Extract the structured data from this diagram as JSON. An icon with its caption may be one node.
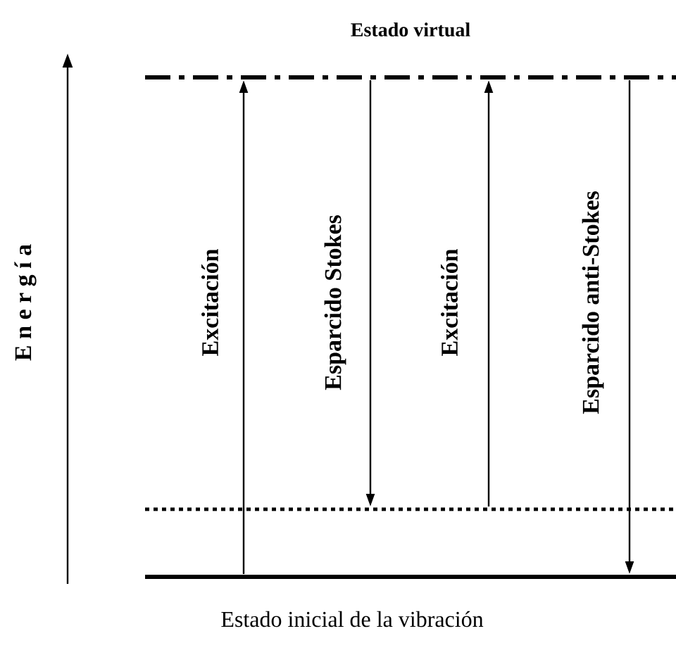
{
  "diagram": {
    "nodes": [
      {
        "text": [
          "Estado virtual"
        ]
      },
      {
        "text": [],
        "shape": "bar"
      },
      {
        "text": [
          "Estado inicial de la vibración"
        ]
      }
    ],
    "edges": [
      {
        "from": 2,
        "to": 0,
        "arrow": "to",
        "label": "Excitación"
      },
      {
        "from": 0,
        "to": 1,
        "arrow": "to",
        "label": "Esparcido Stokes"
      },
      {
        "from": 1,
        "to": 0,
        "arrow": "to",
        "label": "Excitación"
      },
      {
        "from": 0,
        "to": 2,
        "arrow": "to",
        "label": "Esparcido anti-Stokes"
      }
    ],
    "labels": [
      "E n e r g í a"
    ]
  }
}
